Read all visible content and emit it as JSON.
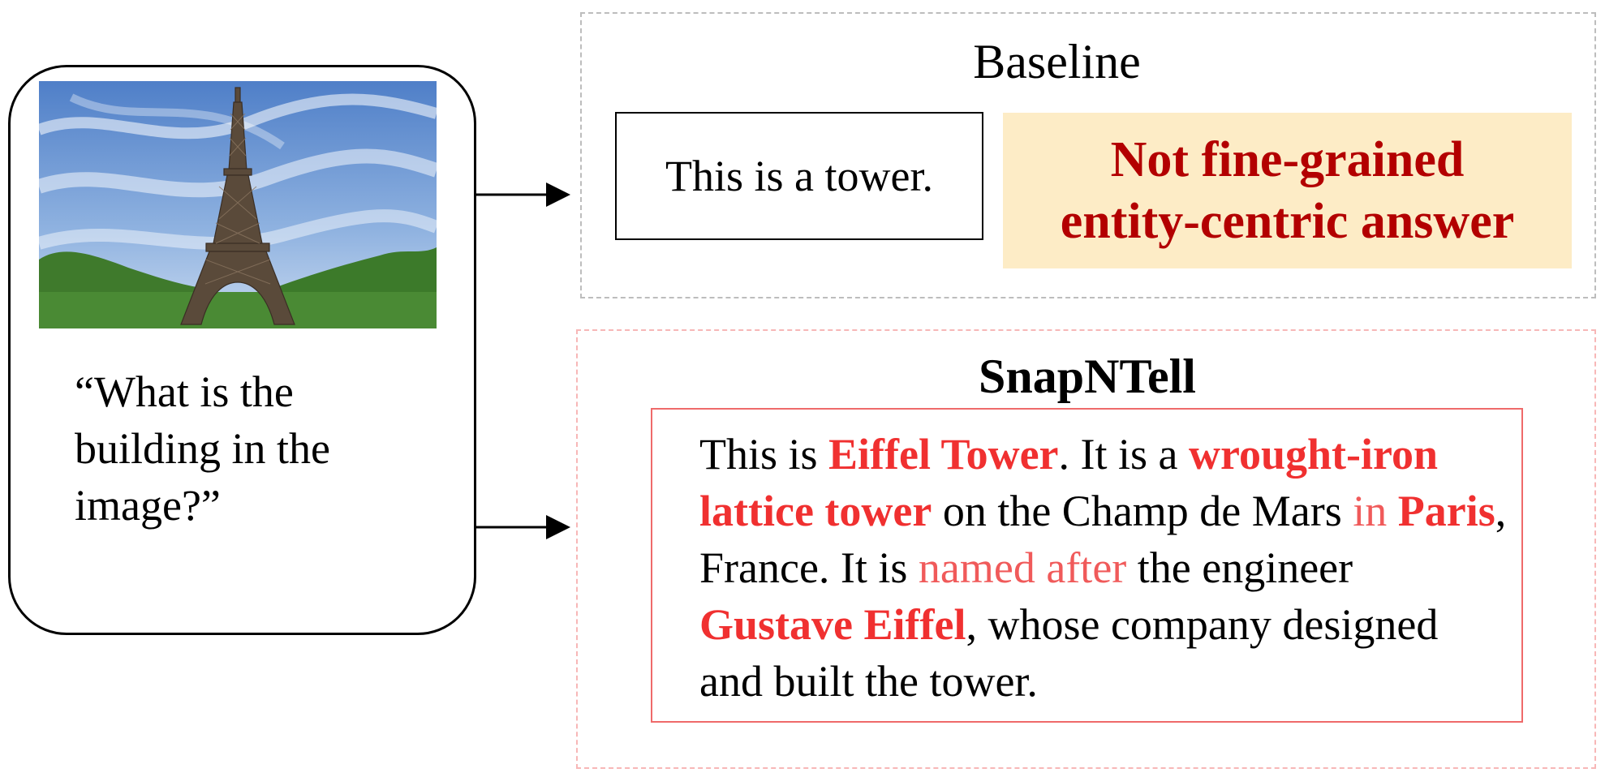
{
  "query": {
    "image_subject": "Eiffel Tower photo",
    "question": "“What is the building in the image?”"
  },
  "baseline": {
    "title": "Baseline",
    "answer": "This is a tower.",
    "verdict_line1": "Not fine-grained",
    "verdict_line2": "entity-centric answer"
  },
  "snapntell": {
    "title": "SnapNTell",
    "answer_segments": [
      {
        "text": "This is ",
        "style": "plain"
      },
      {
        "text": "Eiffel Tower",
        "style": "strong"
      },
      {
        "text": ". It is a ",
        "style": "plain"
      },
      {
        "text": "wrought-iron lattice tower",
        "style": "strong"
      },
      {
        "text": " on the Champ de Mars ",
        "style": "plain"
      },
      {
        "text": "in ",
        "style": "soft"
      },
      {
        "text": "Paris",
        "style": "strong"
      },
      {
        "text": ", France. It is ",
        "style": "plain"
      },
      {
        "text": "named after",
        "style": "soft"
      },
      {
        "text": " the engineer ",
        "style": "plain"
      },
      {
        "text": "Gustave Eiffel",
        "style": "strong"
      },
      {
        "text": ", whose company designed and built  the tower.",
        "style": "plain"
      }
    ]
  },
  "colors": {
    "highlight_red": "#f03030",
    "verdict_red": "#b30000",
    "verdict_bg": "#fdecc6",
    "baseline_border": "#bdbdbd",
    "snap_border": "#f7b7b7"
  }
}
